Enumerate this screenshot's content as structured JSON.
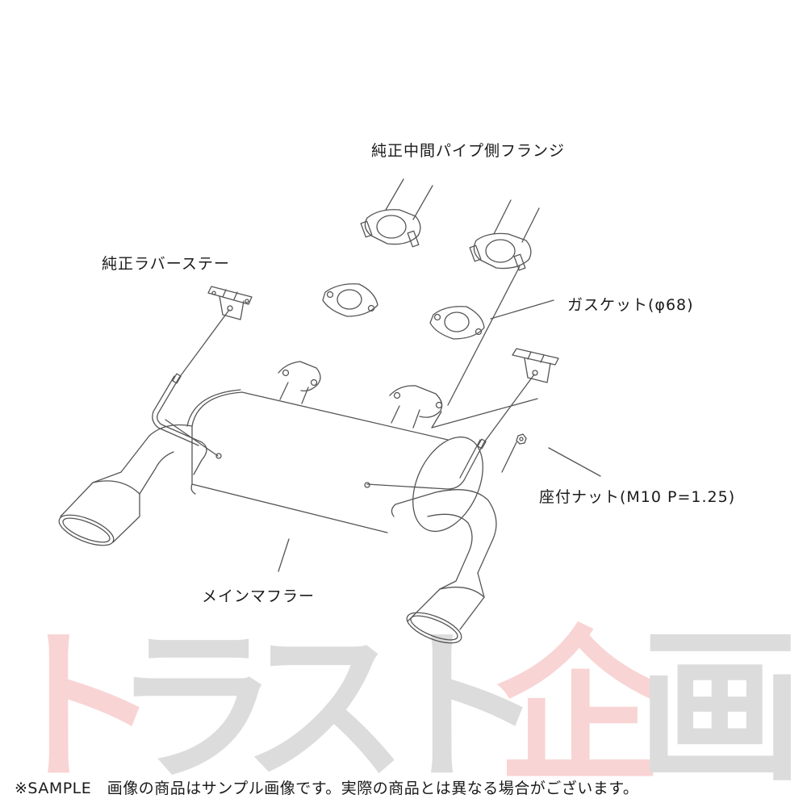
{
  "diagram": {
    "title": "Exhaust muffler exploded parts diagram",
    "labels": {
      "intermediate_pipe_flange": "純正中間パイプ側フランジ",
      "rubber_stay": "純正ラバーステー",
      "gasket": "ガスケット(φ68)",
      "seat_nut": "座付ナット(M10 P=1.25)",
      "main_muffler": "メインマフラー"
    },
    "colors": {
      "line": "#555555",
      "watermark_red": "#f9d4d4",
      "watermark_gray": "#dcdcdc",
      "background": "#ffffff"
    }
  },
  "watermark": {
    "chars": [
      "ト",
      "ラ",
      "ス",
      "ト",
      "企",
      "画"
    ]
  },
  "footer": {
    "notice": "※SAMPLE　画像の商品はサンプル画像です。実際の商品とは異なる場合がございます。"
  }
}
